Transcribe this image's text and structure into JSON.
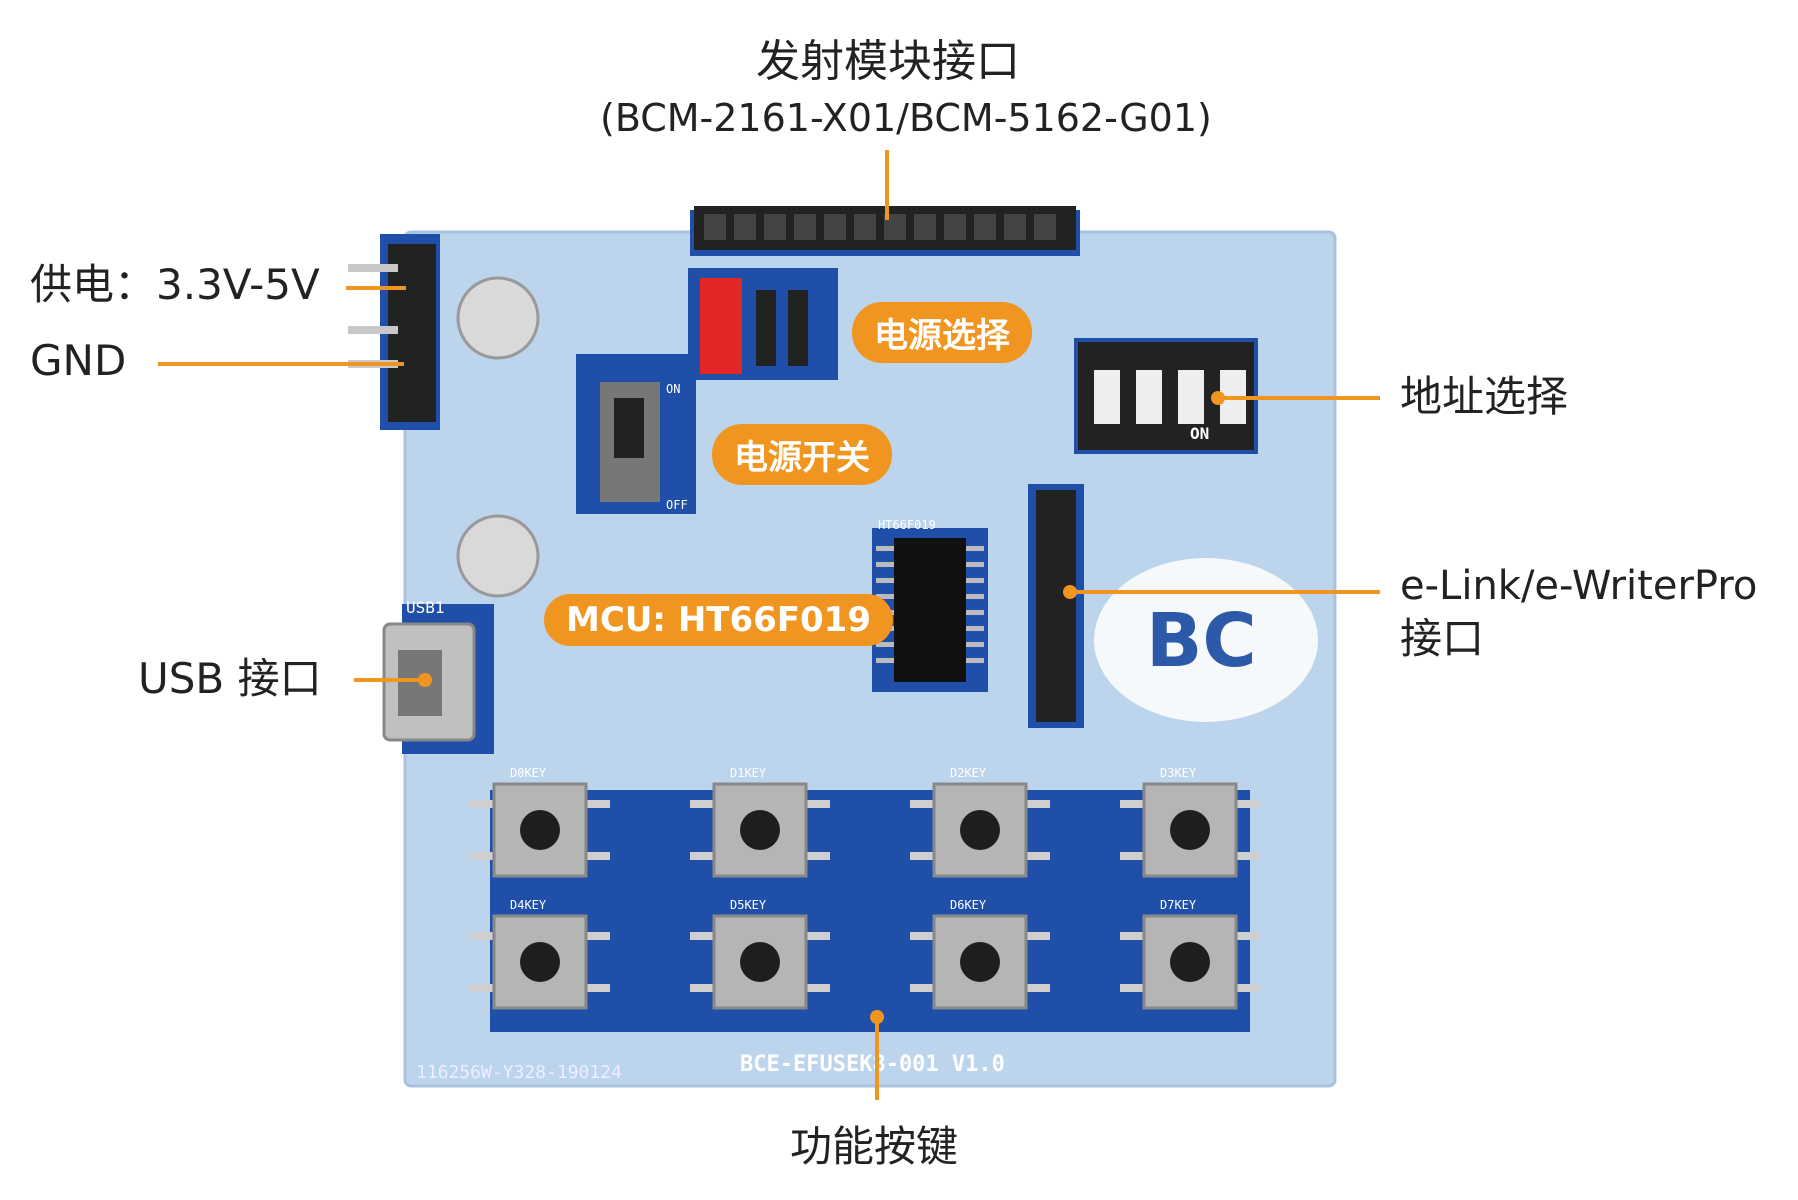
{
  "labels": {
    "emitter_title": "发射模块接口",
    "emitter_models": "(BCM-2161-X01/BCM-5162-G01)",
    "power_supply": "供电：3.3V-5V",
    "gnd": "GND",
    "address_select": "地址选择",
    "elink": "e-Link/e-WriterPro",
    "elink_suffix": "接口",
    "usb": "USB 接口",
    "function_keys": "功能按键"
  },
  "pills": {
    "power_select": "电源选择",
    "power_switch": "电源开关",
    "mcu": "MCU: HT66F019"
  },
  "silkscreen": {
    "board_id": "BCE-EFUSEK8-001  V1.0",
    "serial": "116256W-Y328-190124",
    "keys": [
      "D0KEY",
      "D1KEY",
      "D2KEY",
      "D3KEY",
      "D4KEY",
      "D5KEY",
      "D6KEY",
      "D7KEY"
    ],
    "usb": "USB1",
    "chip": "HT66F019",
    "dip_on": "ON",
    "switch_on": "ON",
    "switch_off": "OFF",
    "logo": "BC"
  },
  "colors": {
    "accent": "#f0951f",
    "board": "#bcd4ec",
    "pcb_blue": "#1f4fa8"
  }
}
